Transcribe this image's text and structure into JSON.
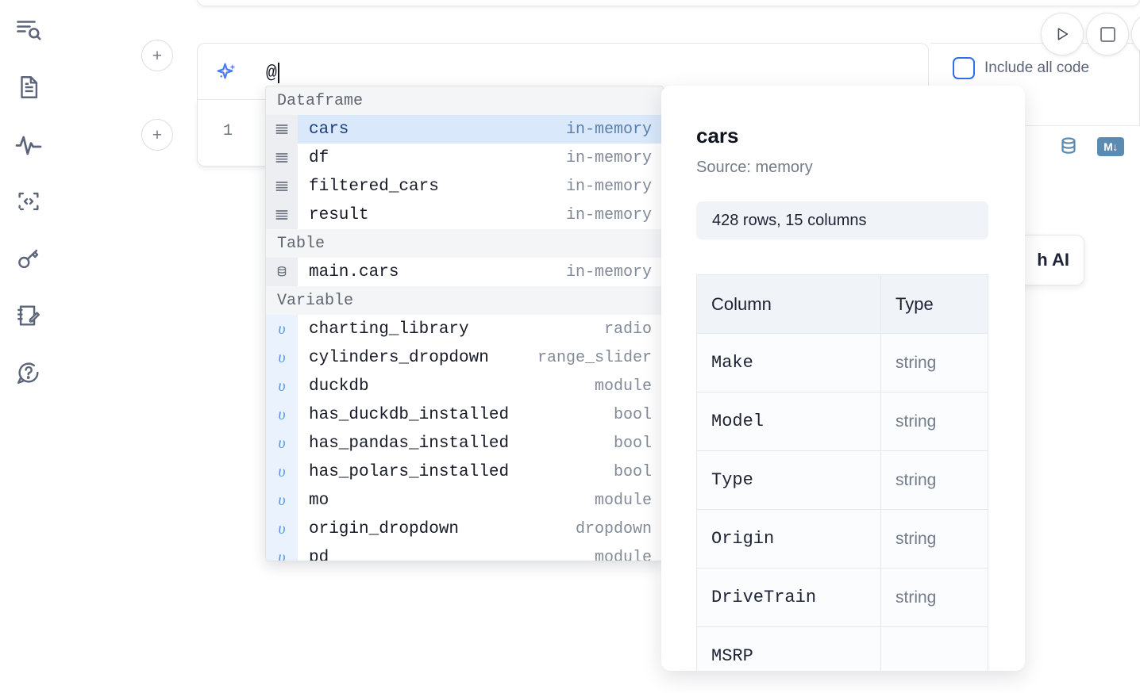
{
  "rail": {
    "items": [
      {
        "name": "explore-search-icon",
        "label": "Explore"
      },
      {
        "name": "notebook-file-icon",
        "label": "Notebook"
      },
      {
        "name": "activity-pulse-icon",
        "label": "Activity"
      },
      {
        "name": "snippets-code-icon",
        "label": "Snippets"
      },
      {
        "name": "secrets-key-icon",
        "label": "Secrets"
      },
      {
        "name": "scratchpad-edit-icon",
        "label": "Scratchpad"
      },
      {
        "name": "help-chat-icon",
        "label": "Help"
      }
    ]
  },
  "editor": {
    "add_cell_label": "+",
    "line_number": "1",
    "ai_prompt": {
      "value": "@",
      "icon": "sparkle-ai-icon"
    },
    "include_all_code": {
      "label": "Include all code",
      "checked": false
    },
    "buttons": {
      "run": "run-icon",
      "stop": "stop-icon"
    },
    "cell_toolbar": {
      "database_icon": "database-icon",
      "markdown_badge": "M↓"
    },
    "ai_cta_label": "h AI"
  },
  "autocomplete": {
    "sections": [
      {
        "title": "Dataframe",
        "icon": "dataframe-rows-icon",
        "gutter_style": "gray",
        "items": [
          {
            "name": "cars",
            "kind": "in-memory",
            "selected": true
          },
          {
            "name": "df",
            "kind": "in-memory",
            "selected": false
          },
          {
            "name": "filtered_cars",
            "kind": "in-memory",
            "selected": false
          },
          {
            "name": "result",
            "kind": "in-memory",
            "selected": false
          }
        ]
      },
      {
        "title": "Table",
        "icon": "database-table-icon",
        "gutter_style": "gray",
        "items": [
          {
            "name": "main.cars",
            "kind": "in-memory",
            "selected": false
          }
        ]
      },
      {
        "title": "Variable",
        "icon": "variable-icon",
        "gutter_style": "blue",
        "items": [
          {
            "name": "charting_library",
            "kind": "radio",
            "selected": false
          },
          {
            "name": "cylinders_dropdown",
            "kind": "range_slider",
            "selected": false
          },
          {
            "name": "duckdb",
            "kind": "module",
            "selected": false
          },
          {
            "name": "has_duckdb_installed",
            "kind": "bool",
            "selected": false
          },
          {
            "name": "has_pandas_installed",
            "kind": "bool",
            "selected": false
          },
          {
            "name": "has_polars_installed",
            "kind": "bool",
            "selected": false
          },
          {
            "name": "mo",
            "kind": "module",
            "selected": false
          },
          {
            "name": "origin_dropdown",
            "kind": "dropdown",
            "selected": false
          },
          {
            "name": "pd",
            "kind": "module",
            "selected": false
          }
        ]
      }
    ]
  },
  "doc_panel": {
    "title": "cars",
    "source": "Source: memory",
    "shape": "428 rows, 15 columns",
    "table": {
      "headers": [
        "Column",
        "Type"
      ],
      "rows": [
        {
          "column": "Make",
          "type": "string"
        },
        {
          "column": "Model",
          "type": "string"
        },
        {
          "column": "Type",
          "type": "string"
        },
        {
          "column": "Origin",
          "type": "string"
        },
        {
          "column": "DriveTrain",
          "type": "string"
        },
        {
          "column": "MSRP",
          "type": ""
        }
      ]
    }
  },
  "colors": {
    "accent_blue": "#2f6fed",
    "selection_blue": "#d9e8fb",
    "variable_gutter": "#eaf3fd",
    "icon_steel": "#5b8bb0",
    "rail_icon": "#5b6478"
  }
}
